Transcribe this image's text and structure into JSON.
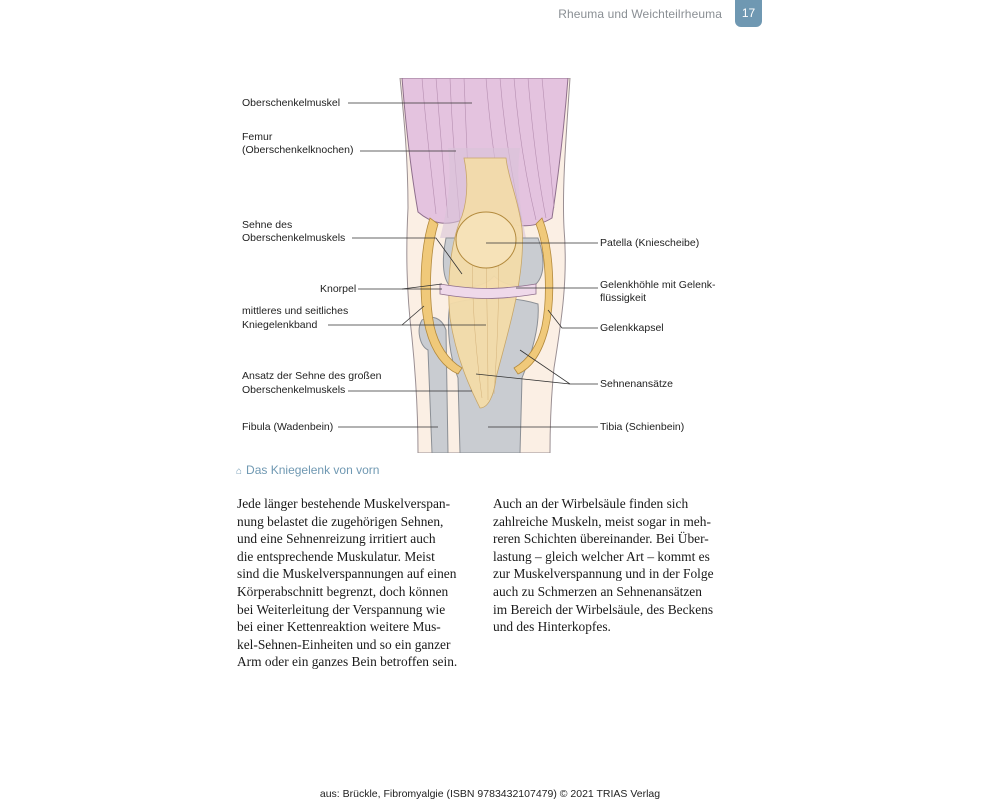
{
  "header": {
    "running_title": "Rheuma und Weichteilrheuma",
    "page_number": "17"
  },
  "figure": {
    "labels_left": {
      "oberschenkelmuskel": "Oberschenkelmuskel",
      "femur_1": "Femur",
      "femur_2": "(Oberschenkelknochen)",
      "sehne_1": "Sehne des",
      "sehne_2": "Oberschenkelmuskels",
      "knorpel": "Knorpel",
      "band_1": "mittleres und seitliches",
      "band_2": "Kniegelenkband",
      "ansatz_1": "Ansatz der Sehne des großen",
      "ansatz_2": "Oberschenkelmuskels",
      "fibula": "Fibula (Wadenbein)"
    },
    "labels_right": {
      "patella": "Patella (Kniescheibe)",
      "gelenkhoehle_1": "Gelenkhöhle mit Gelenk-",
      "gelenkhoehle_2": "flüssigkeit",
      "gelenkkapsel": "Gelenkkapsel",
      "sehnenansaetze": "Sehnenansätze",
      "tibia": "Tibia (Schienbein)"
    },
    "caption_icon": "up-arrow-icon",
    "caption": "Das Kniegelenk von vorn"
  },
  "body": {
    "left_column": [
      "Jede länger bestehende Muskelverspan-",
      "nung belastet die zugehörigen Sehnen,",
      "und eine Sehnenreizung irritiert auch",
      "die entsprechende Muskulatur. Meist",
      "sind die Muskelverspannungen auf einen",
      "Körperabschnitt begrenzt, doch können",
      "bei Weiterleitung der Verspannung wie",
      "bei einer Kettenreaktion weitere Mus-",
      "kel-Sehnen-Einheiten und so ein ganzer",
      "Arm oder ein ganzes Bein betroffen sein."
    ],
    "right_column": [
      "Auch an der Wirbelsäule finden sich",
      "zahlreiche Muskeln, meist sogar in meh-",
      "reren Schichten übereinander. Bei Über-",
      "lastung – gleich welcher Art – kommt es",
      "zur Muskelverspannung und in der Folge",
      "auch zu Schmerzen an Sehnenansätzen",
      "im Bereich der Wirbelsäule, des Beckens",
      "und des Hinterkopfes."
    ]
  },
  "footer": {
    "source": "aus: Brückle, Fibromyalgie (ISBN 9783432107479) © 2021 TRIAS Verlag"
  },
  "colors": {
    "accent": "#6f98b2",
    "muscle": "#e4c3df",
    "tendon": "#f4dcaa",
    "bone": "#c9ccd1",
    "skin": "#fbefe4",
    "capsule": "#f0c97a"
  }
}
